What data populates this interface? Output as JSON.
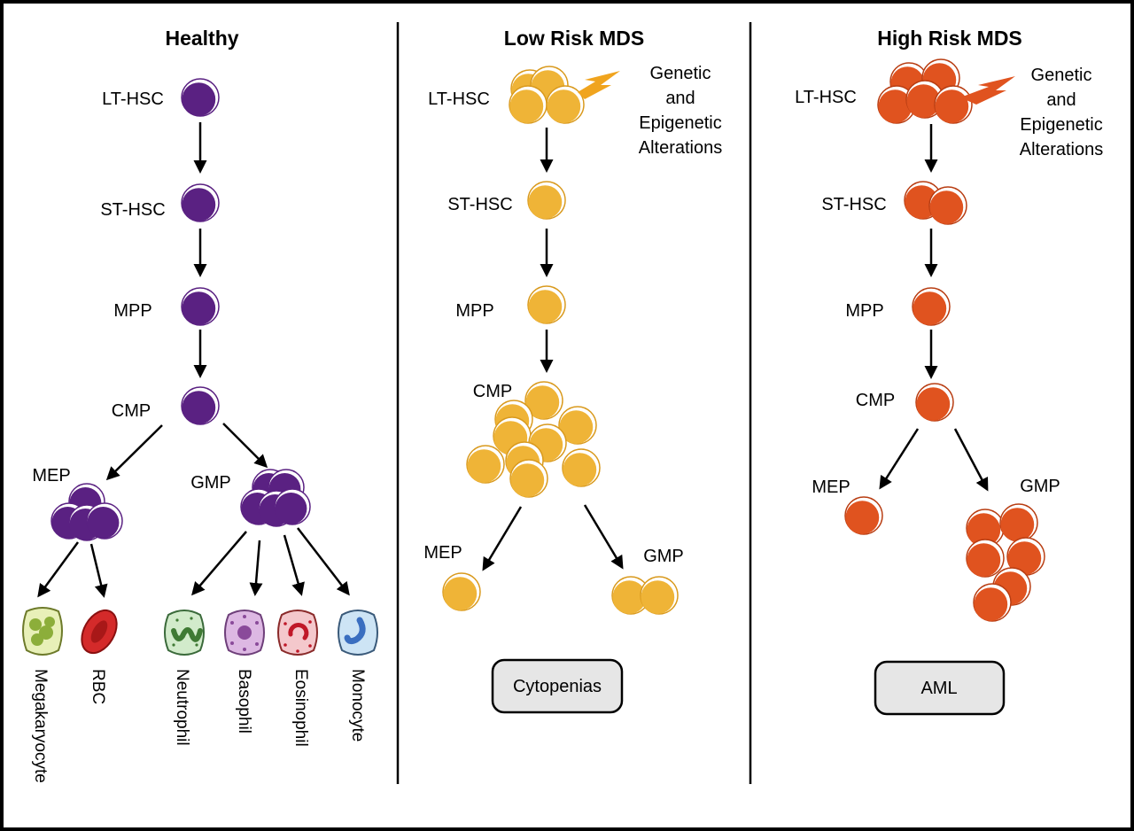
{
  "colors": {
    "healthy": "#5a2182",
    "low_risk": "#efb437",
    "low_risk_stroke": "#d99a1e",
    "high_risk": "#e0531f",
    "high_risk_stroke": "#b83d12",
    "lightning_low": "#f0a41e",
    "lightning_high": "#e0531f",
    "box_fill": "#e6e6e6"
  },
  "panels": [
    {
      "title": "Healthy",
      "labels": {
        "lt_hsc": "LT-HSC",
        "st_hsc": "ST-HSC",
        "mpp": "MPP",
        "cmp": "CMP",
        "mep": "MEP",
        "gmp": "GMP"
      },
      "mature_cells": [
        "Megakaryocyte",
        "RBC",
        "Neutrophil",
        "Basophil",
        "Eosinophil",
        "Monocyte"
      ]
    },
    {
      "title": "Low Risk MDS",
      "labels": {
        "lt_hsc": "LT-HSC",
        "st_hsc": "ST-HSC",
        "mpp": "MPP",
        "cmp": "CMP",
        "mep": "MEP",
        "gmp": "GMP"
      },
      "alteration_lines": [
        "Genetic",
        "and",
        "Epigenetic",
        "Alterations"
      ],
      "outcome": "Cytopenias"
    },
    {
      "title": "High Risk MDS",
      "labels": {
        "lt_hsc": "LT-HSC",
        "st_hsc": "ST-HSC",
        "mpp": "MPP",
        "cmp": "CMP",
        "mep": "MEP",
        "gmp": "GMP"
      },
      "alteration_lines": [
        "Genetic",
        "and",
        "Epigenetic",
        "Alterations"
      ],
      "outcome": "AML"
    }
  ]
}
